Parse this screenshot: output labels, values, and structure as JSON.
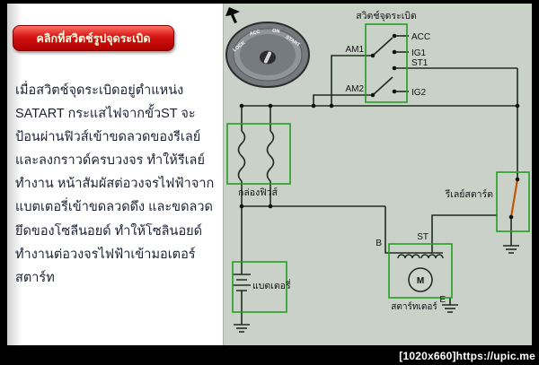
{
  "watermark": "[1020x660]https://upic.me",
  "left_panel": {
    "button_label": "คลิกที่สวิตช์รูปจุดระเบิด",
    "body_text": "เมื่อสวิตช์จุดระเบิดอยู่ตำแหน่ง SATART กระแสไฟจากขั้วST จะป้อนผ่านฟิวส์เข้าขดลวดของรีเลย์และลงกราวด์ครบวงจร ทำให้รีเลย์ทำงาน หน้าสัมผัสต่อวงจรไฟฟ้าจากแบตเตอรี่เข้าขดลวดดึง และขดลวดยึดของโซลีนอยด์ ทำให้โซลินอยด์ทำงานต่อวงจรไฟฟ้าเข้ามอเตอร์สตาร์ท"
  },
  "diagram": {
    "key_switch": {
      "positions": [
        "LOCK",
        "ACC",
        "ON",
        "START"
      ]
    },
    "labels": {
      "ignition_switch": "สวิตช์จุดระเบิด",
      "fuse_box": "กล่องฟิวส์",
      "relay": "รีเลย์สตาร์ต",
      "battery": "แบตเตอรี่",
      "starter": "สตาร์ทเตอร์"
    },
    "terminals": {
      "am1": "AM1",
      "am2": "AM2",
      "acc": "ACC",
      "ig1": "IG1",
      "st1": "ST1",
      "ig2": "IG2",
      "b": "B",
      "st": "ST",
      "e": "E",
      "m": "M"
    },
    "colors": {
      "box_green": "#22a022",
      "wire": "#1f2d1f",
      "relay_arm": "#c25500",
      "button_red": "#c40000",
      "diagram_bg": "#c9d1c9"
    }
  }
}
